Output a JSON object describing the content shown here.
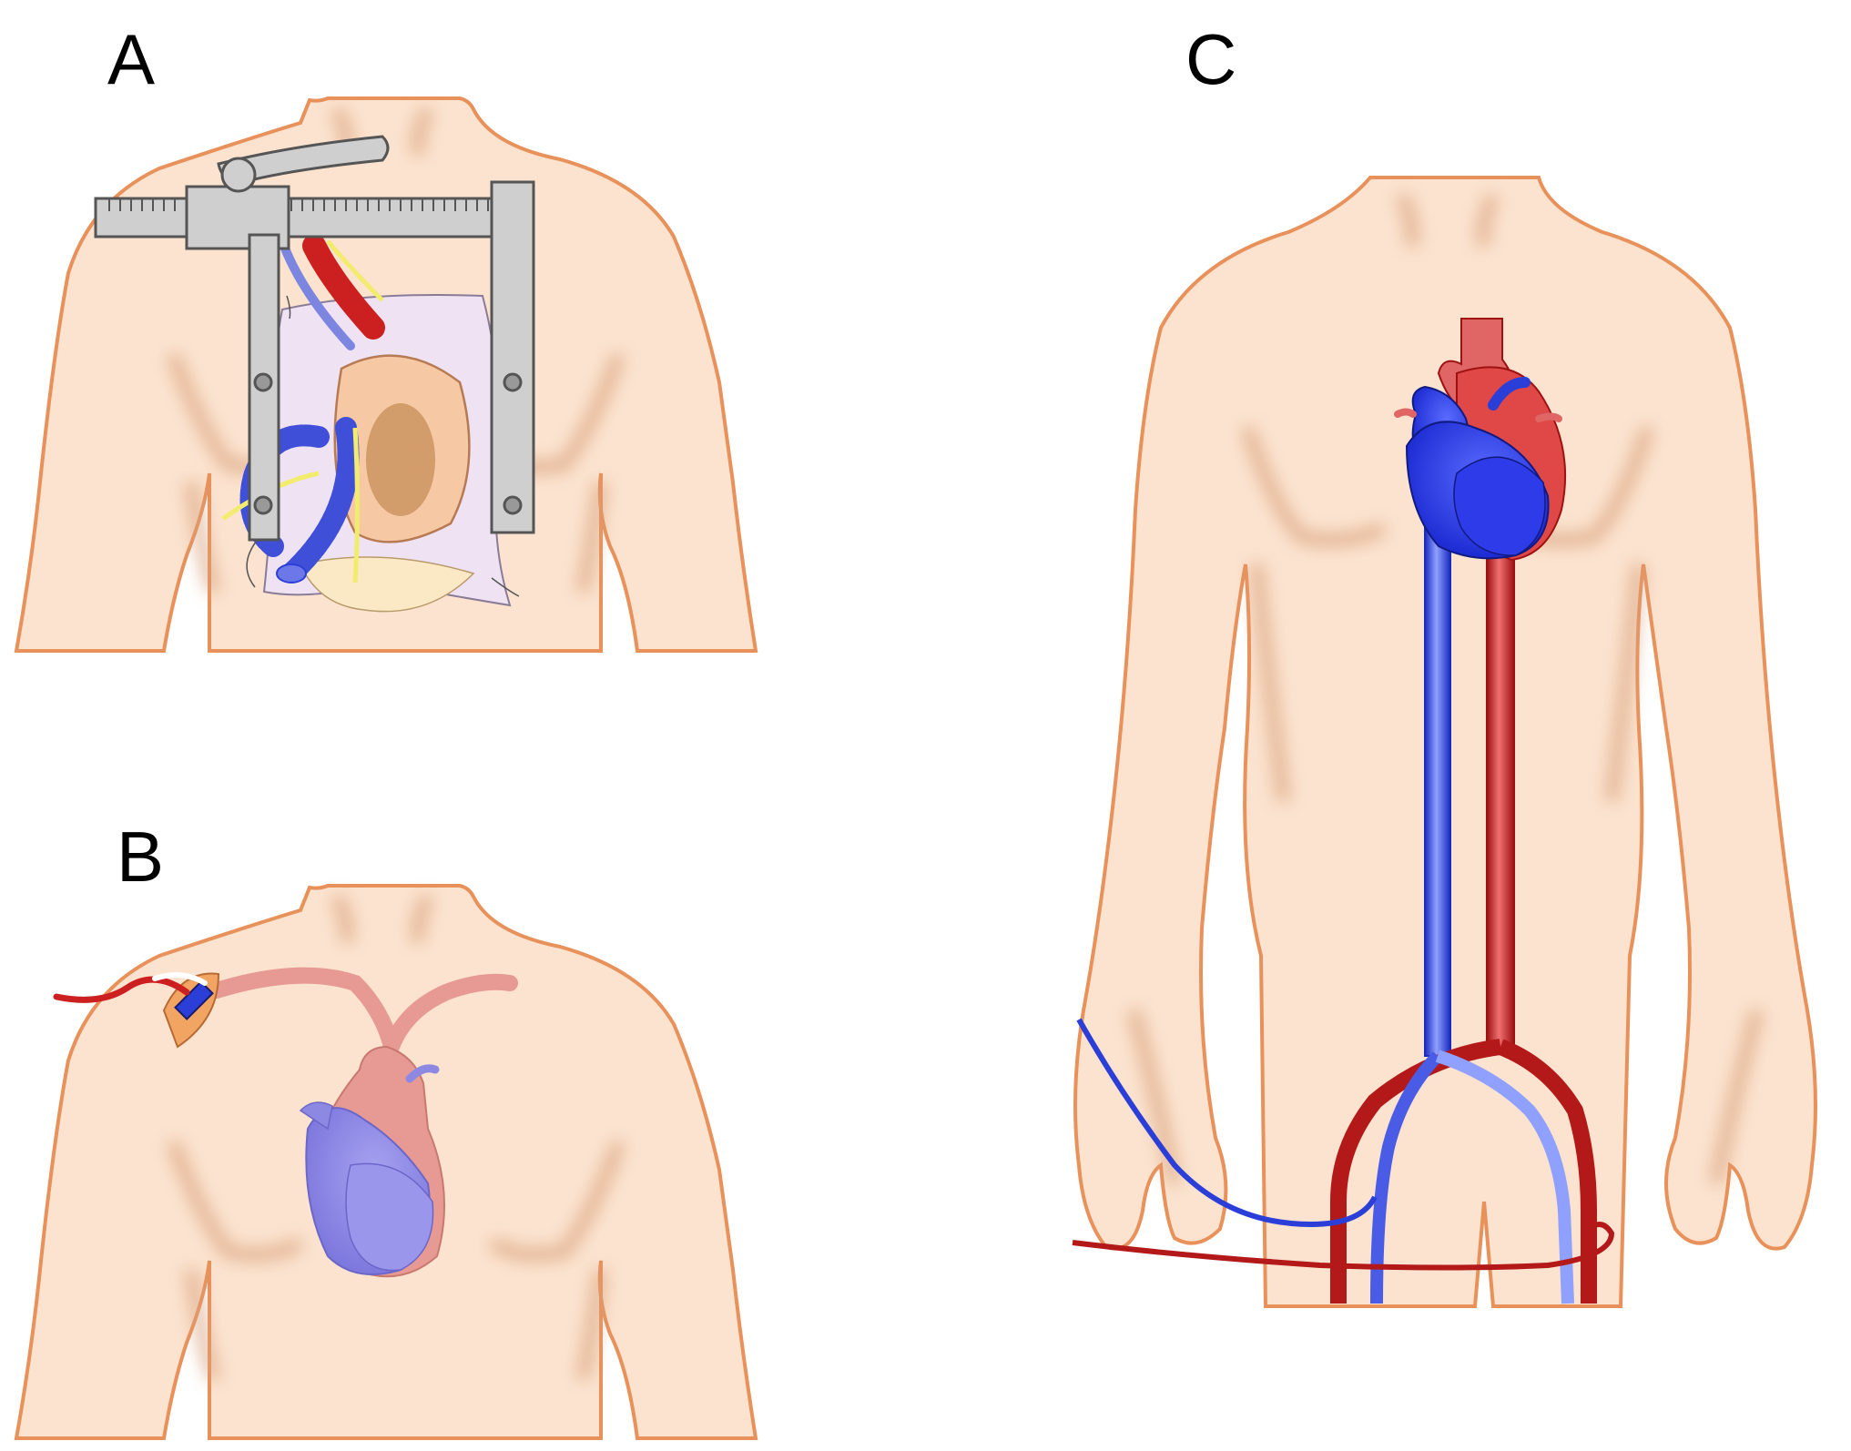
{
  "panels": [
    {
      "label": "A"
    },
    {
      "label": "B"
    },
    {
      "label": "C"
    }
  ],
  "colors": {
    "skin": "#fbe3cf",
    "skin_outline": "#e8915a",
    "skin_shadow": "#deaa86",
    "artery": "#cc1f1f",
    "vein": "#2b3fd8",
    "vein_light": "#8d89e3",
    "artery_light": "#e79a94",
    "steel": "#cfcfcf",
    "steel_outline": "#555555",
    "nerve": "#f2ec6e",
    "pericardium": "#efe3f3"
  },
  "icons": [
    "torso-silhouette",
    "heart-illustration",
    "chest-retractor",
    "cannula"
  ]
}
